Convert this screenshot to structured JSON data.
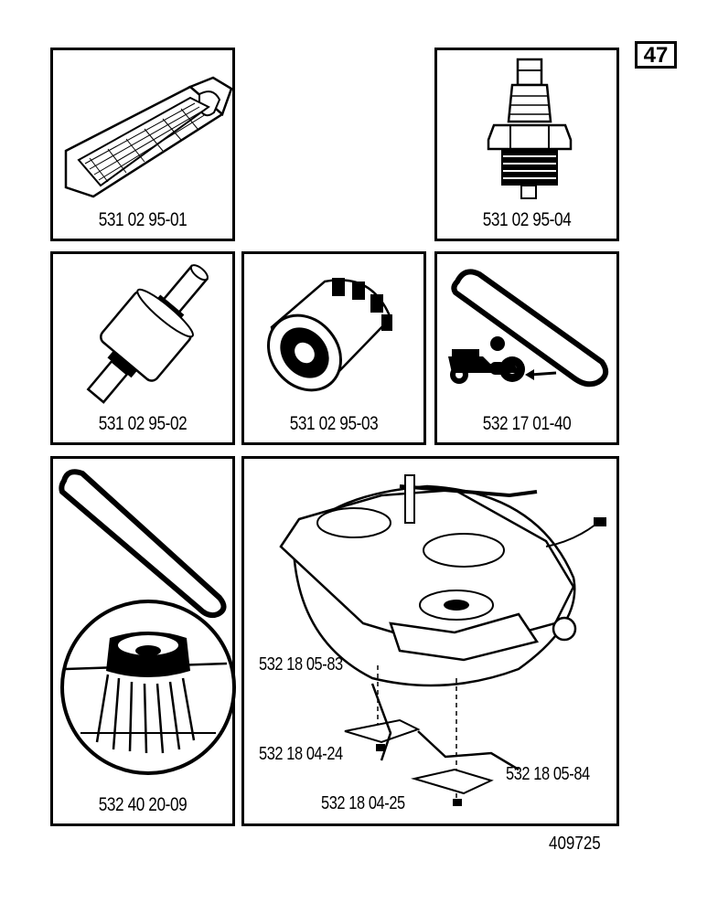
{
  "page_number": "47",
  "document_number": "409725",
  "panels": [
    {
      "id": "air-filter",
      "part_number": "531 02 95-01"
    },
    {
      "id": "spark-plug",
      "part_number": "531 02 95-04"
    },
    {
      "id": "fuel-filter",
      "part_number": "531 02 95-02"
    },
    {
      "id": "oil-filter",
      "part_number": "531 02 95-03"
    },
    {
      "id": "drive-belt",
      "part_number": "532 17 01-40"
    },
    {
      "id": "mower-belt-pulley",
      "part_number": "532 40 20-09"
    },
    {
      "id": "mower-deck",
      "part_number": ""
    }
  ],
  "deck_callouts": {
    "upper_left": "532 18 05-83",
    "left_blade": "532 18  04-24",
    "bottom_blade": "532 18 04-25",
    "right_blade": "532 18 05-84"
  }
}
